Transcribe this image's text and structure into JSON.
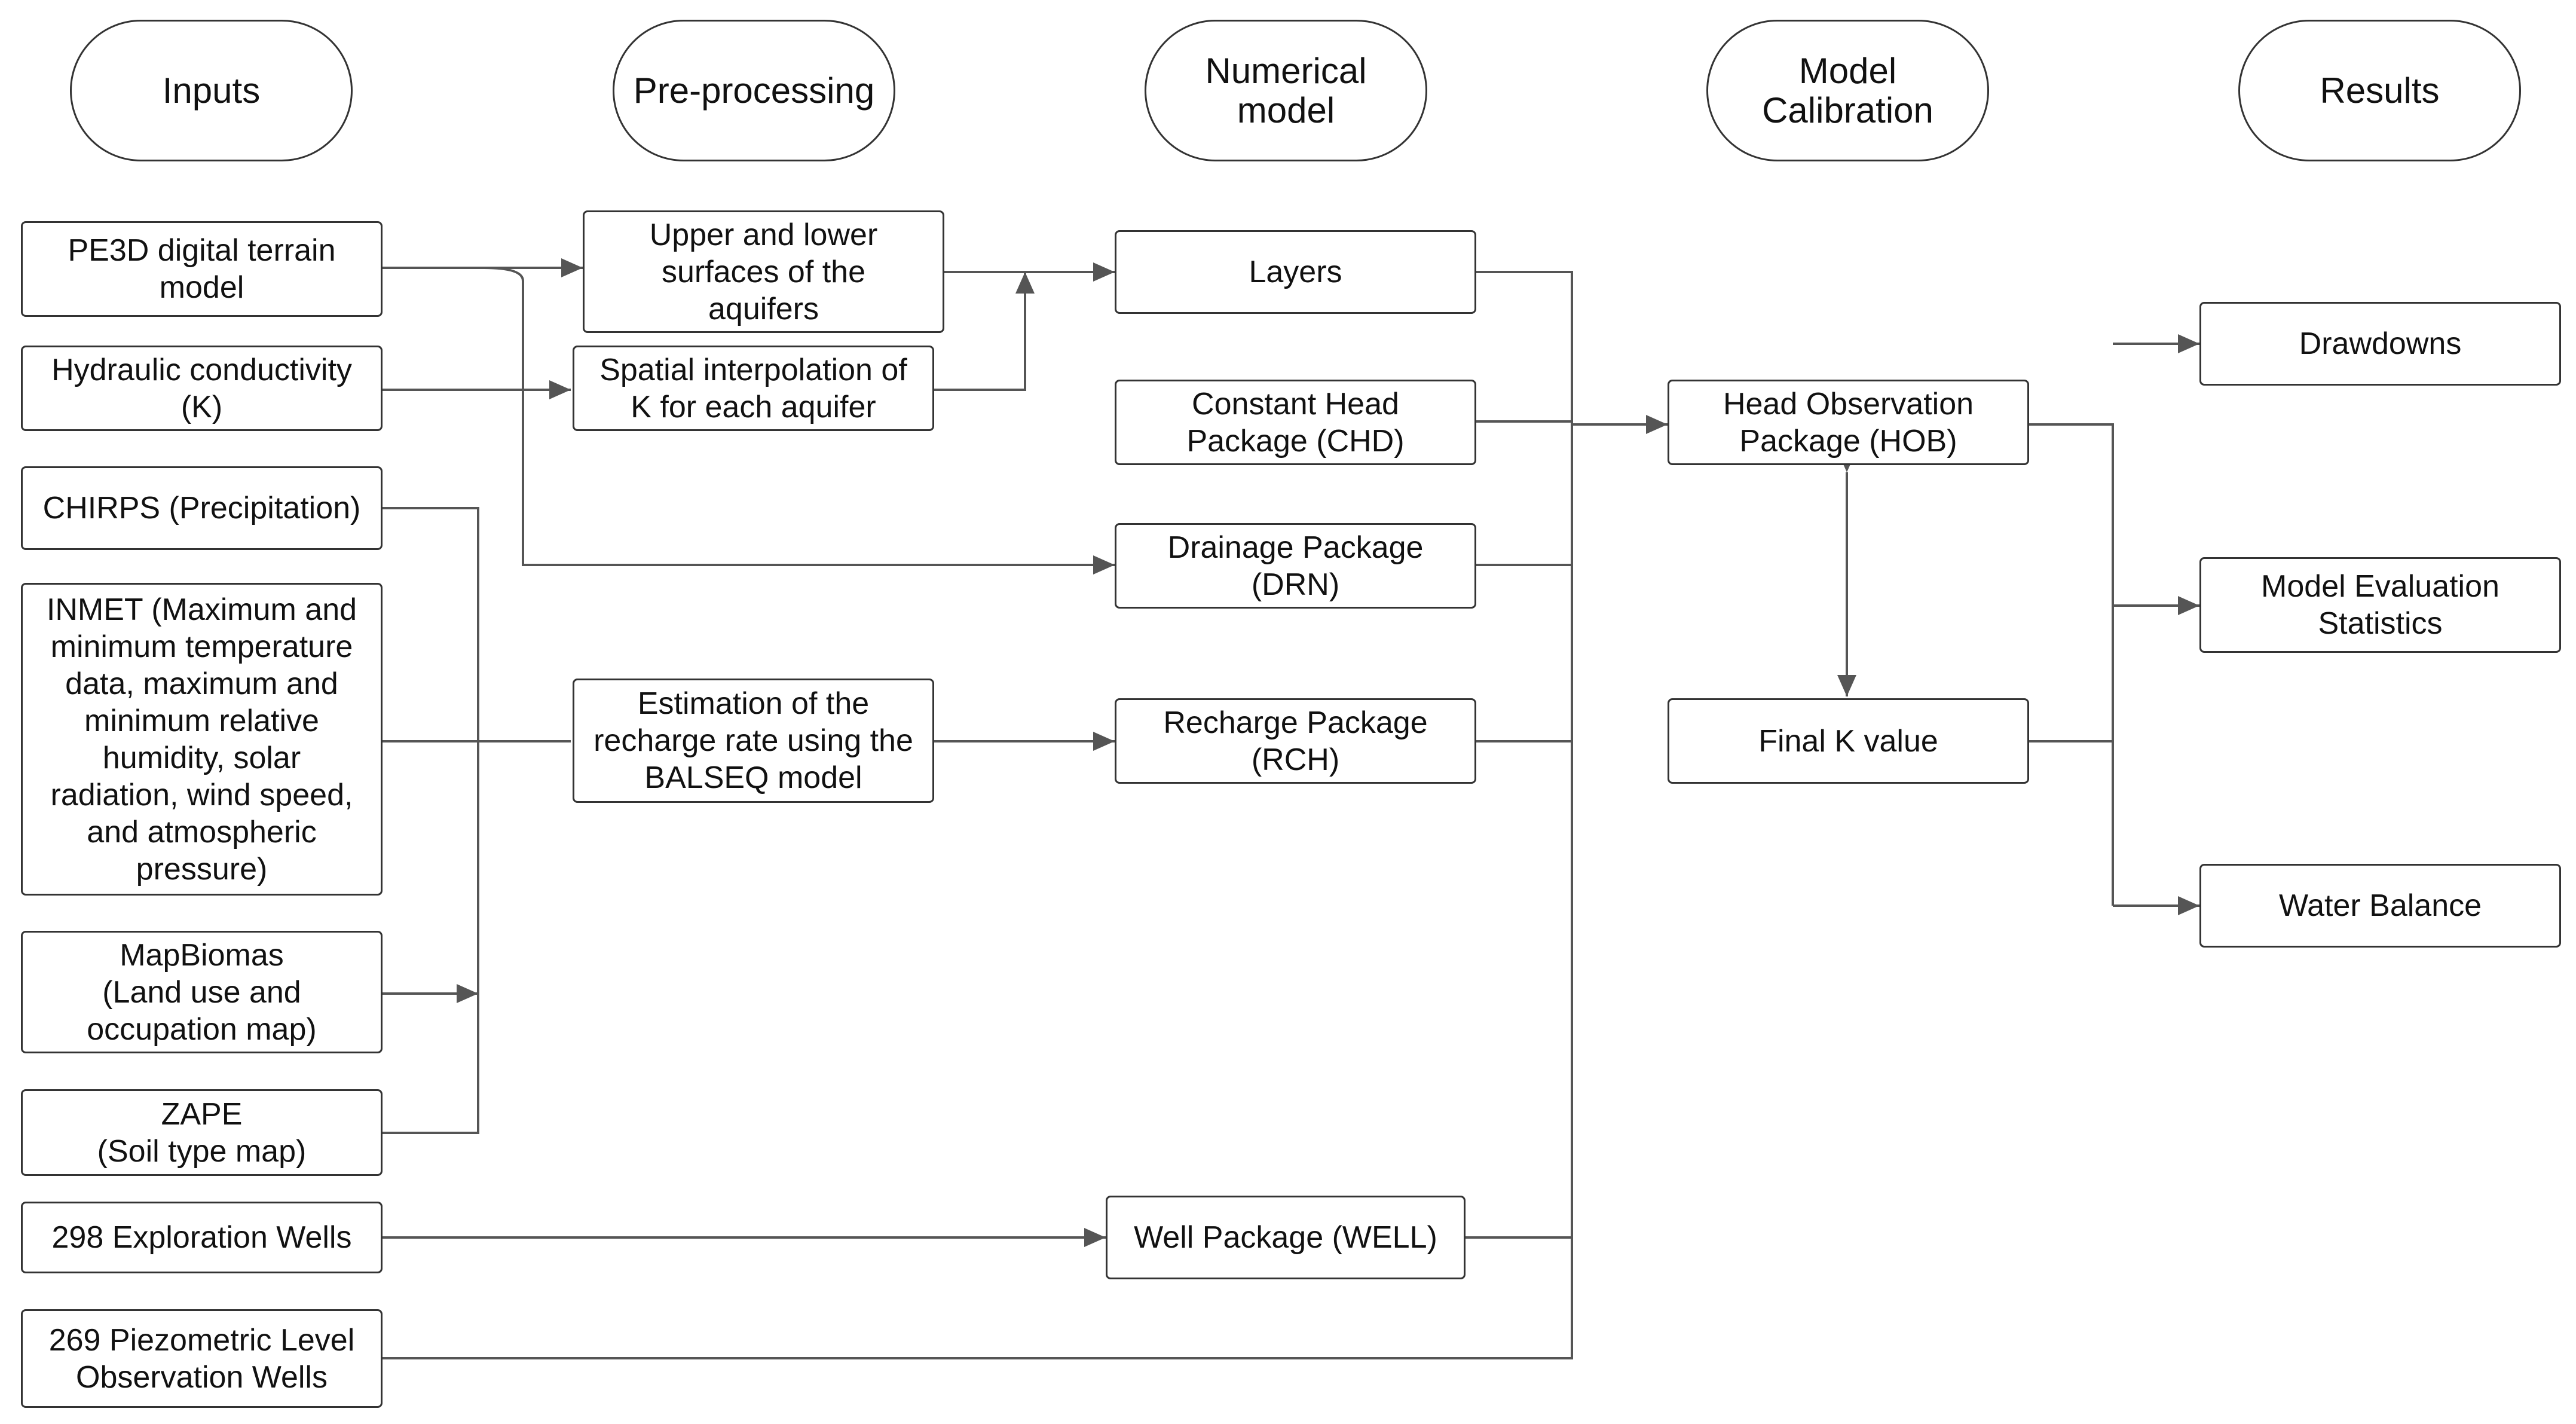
{
  "colors": {
    "line": "#555555",
    "border": "#333333",
    "text": "#111111",
    "background": "#ffffff"
  },
  "headers": {
    "inputs": "Inputs",
    "preprocessing": "Pre-processing",
    "numerical": "Numerical\nmodel",
    "calibration": "Model\nCalibration",
    "results": "Results"
  },
  "inputs": {
    "pe3d": "PE3D digital terrain\nmodel",
    "hydraulic": "Hydraulic conductivity\n(K)",
    "chirps": "CHIRPS (Precipitation)",
    "inmet": "INMET (Maximum and\nminimum temperature\ndata, maximum and\nminimum relative\nhumidity, solar\nradiation, wind speed,\nand atmospheric\npressure)",
    "mapbiomas": "MapBiomas\n(Land use and\noccupation map)",
    "zape": "ZAPE\n(Soil type map)",
    "exploration_wells": "298 Exploration Wells",
    "piezometric_wells": "269 Piezometric Level\nObservation Wells"
  },
  "preprocessing": {
    "surfaces": "Upper and lower\nsurfaces of the\naquifers",
    "interpolation": "Spatial interpolation of\nK for each aquifer",
    "recharge_estimation": "Estimation of the\nrecharge rate using the\nBALSEQ model"
  },
  "numerical": {
    "layers": "Layers",
    "chd": "Constant Head\nPackage (CHD)",
    "drn": "Drainage Package\n(DRN)",
    "rch": "Recharge Package\n(RCH)",
    "well": "Well Package (WELL)"
  },
  "calibration": {
    "hob": "Head Observation\nPackage (HOB)",
    "final_k": "Final K value"
  },
  "results": {
    "drawdowns": "Drawdowns",
    "statistics": "Model Evaluation\nStatistics",
    "water_balance": "Water Balance"
  }
}
